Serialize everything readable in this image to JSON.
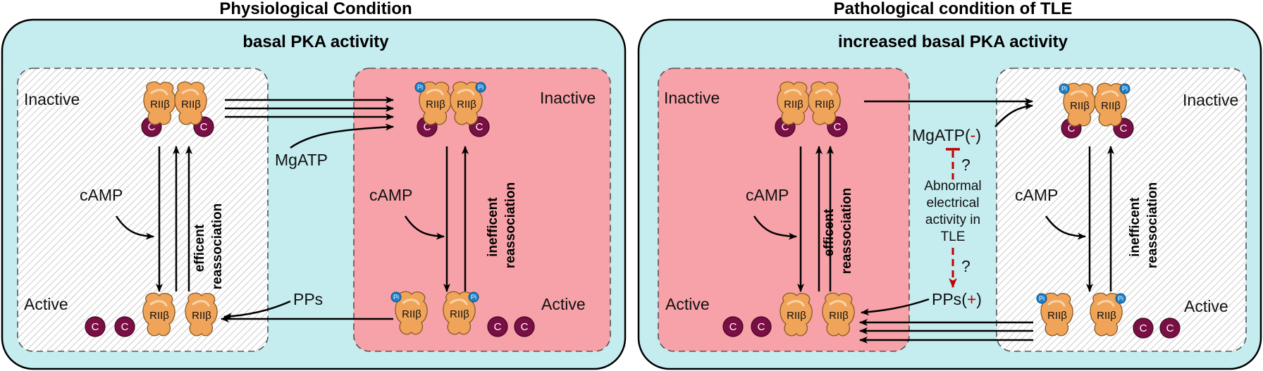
{
  "panels": {
    "left": {
      "title": "Physiological Condition",
      "subtitle": "basal PKA activity",
      "unphos_box": {
        "inactive": "Inactive",
        "active": "Active",
        "camp": "cAMP",
        "reassoc": "efficent reassociation"
      },
      "phos_box": {
        "inactive": "Inactive",
        "active": "Active",
        "camp": "cAMP",
        "reassoc": "inefficent reassociation"
      },
      "mgatp": "MgATP",
      "pps": "PPs"
    },
    "right": {
      "title": "Pathological condition of TLE",
      "subtitle": "increased basal PKA activity",
      "unphos_box": {
        "inactive": "Inactive",
        "active": "Active",
        "camp": "cAMP",
        "reassoc": "efficent reassociation"
      },
      "phos_box": {
        "inactive": "Inactive",
        "active": "Active",
        "camp": "cAMP",
        "reassoc": "inefficent reassociation"
      },
      "mgatp": "MgATP",
      "mgatp_sign": "(-)",
      "pps": "PPs",
      "pps_sign": "(+)",
      "question": "?",
      "abnormal": [
        "Abnormal",
        "electrical",
        "activity in",
        "TLE"
      ]
    }
  },
  "glyphs": {
    "regulatory": "RIIβ",
    "catalytic": "C",
    "phosphate": "Pi"
  },
  "colors": {
    "outer_fill": "#c5ecef",
    "phos_fill": "#f7a1a8",
    "protein": "#f0a45a",
    "catalytic": "#7a0f45",
    "phosphate": "#1a7fc8",
    "inhibit_red": "#c00000"
  }
}
